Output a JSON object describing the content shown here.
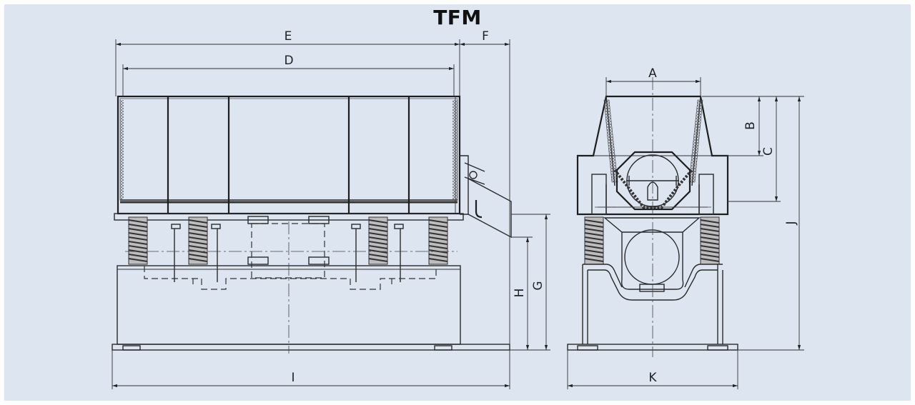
{
  "title": "TFM",
  "dimensions": {
    "A": "A",
    "B": "B",
    "C": "C",
    "D": "D",
    "E": "E",
    "F": "F",
    "G": "G",
    "H": "H",
    "I": "I",
    "J": "J",
    "K": "K"
  }
}
